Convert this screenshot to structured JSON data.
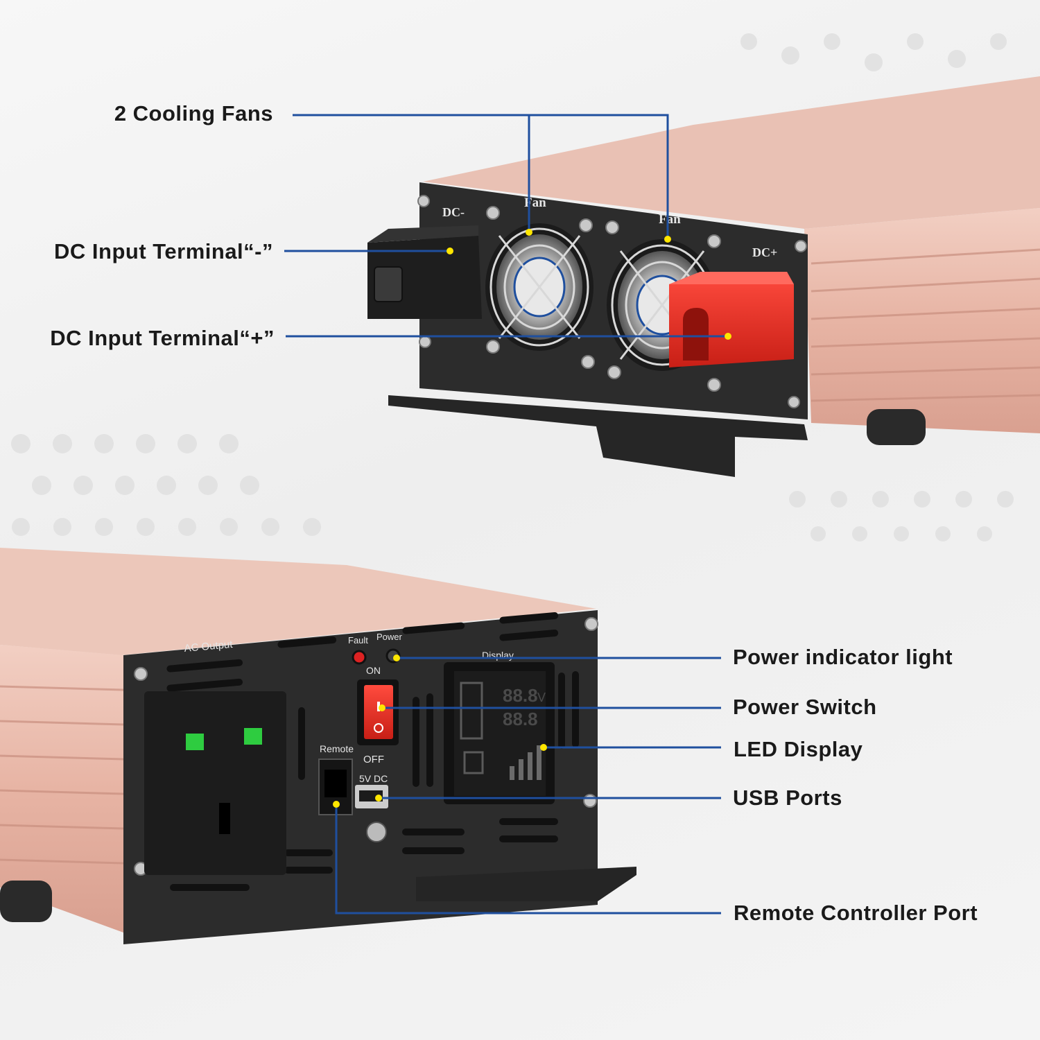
{
  "callouts": {
    "cooling_fans": "2 Cooling Fans",
    "dc_input_negative": "DC Input Terminal“-”",
    "dc_input_positive": "DC Input Terminal“+”",
    "power_indicator": "Power indicator light",
    "power_switch": "Power Switch",
    "led_display": "LED Display",
    "usb_ports": "USB Ports",
    "remote_port": "Remote Controller Port"
  },
  "rear_panel": {
    "dc_minus": "DC-",
    "dc_plus": "DC+",
    "fan_left": "Fan",
    "fan_right": "Fan"
  },
  "front_panel": {
    "ac_output": "AC Output",
    "fault": "Fault",
    "power": "Power",
    "display": "Display",
    "on": "ON",
    "off": "OFF",
    "remote": "Remote",
    "usb": "5V DC",
    "display_top": "88.8",
    "display_unit": "V",
    "display_bottom": "88.8"
  },
  "colors": {
    "leader_line": "#1f4f9e",
    "marker": "#ffe600",
    "housing": "#e8b9aa",
    "panel": "#2b2b2b",
    "terminal_positive": "#e02b20",
    "indicator_green": "#2ecc40"
  }
}
